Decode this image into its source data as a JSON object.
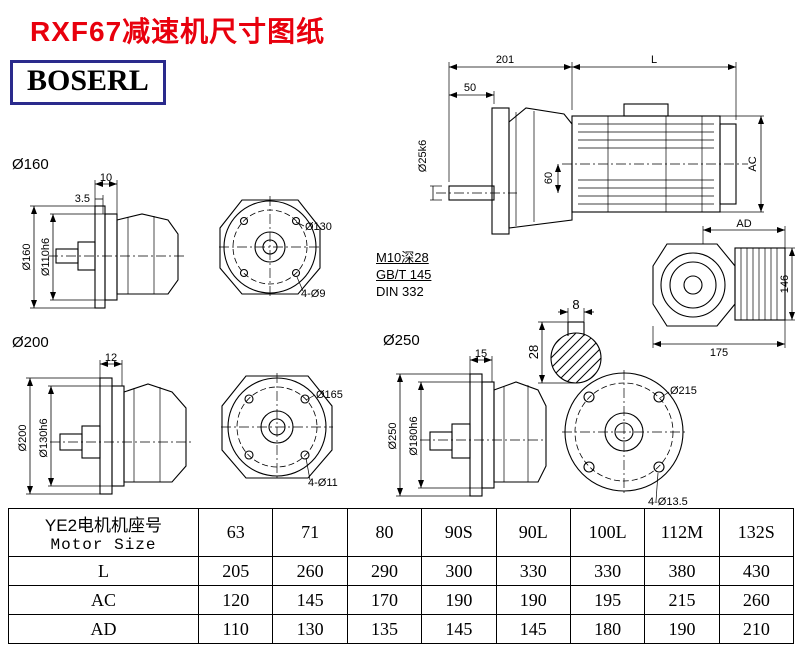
{
  "header": {
    "title": "RXF67减速机尺寸图纸",
    "logo_text": "BOSERL"
  },
  "assembly": {
    "dim_total": "201",
    "dim_motor": "L",
    "dim_shaft_len": "50",
    "dim_shaft_dia": "Ø25k6",
    "dim_offset": "60",
    "dim_ac": "AC"
  },
  "shaft_note": {
    "line1": "M10深28",
    "line2": "GB/T 145",
    "line3": "DIN 332"
  },
  "key_section": {
    "dim_width": "8",
    "dim_height": "28"
  },
  "motor_view": {
    "dim_ad": "AD",
    "dim_height": "146",
    "dim_width": "175"
  },
  "flange160": {
    "label": "Ø160",
    "dim_thickness": "10",
    "dim_step": "3.5",
    "dim_od": "Ø160",
    "dim_spigot": "Ø110h6",
    "bolt_circle": "Ø130",
    "holes": "4-Ø9"
  },
  "flange200": {
    "label": "Ø200",
    "dim_thickness": "12",
    "dim_od": "Ø200",
    "dim_spigot": "Ø130h6",
    "bolt_circle": "Ø165",
    "holes": "4-Ø11"
  },
  "flange250": {
    "label": "Ø250",
    "dim_thickness": "15",
    "dim_od": "Ø250",
    "dim_spigot": "Ø180h6",
    "bolt_circle": "Ø215",
    "holes": "4-Ø13.5"
  },
  "table": {
    "header_cn": "YE2电机机座号",
    "header_en": "Motor Size",
    "sizes": [
      "63",
      "71",
      "80",
      "90S",
      "90L",
      "100L",
      "112M",
      "132S"
    ],
    "rows": [
      {
        "label": "L",
        "values": [
          "205",
          "260",
          "290",
          "300",
          "330",
          "330",
          "380",
          "430"
        ]
      },
      {
        "label": "AC",
        "values": [
          "120",
          "145",
          "170",
          "190",
          "190",
          "195",
          "215",
          "260"
        ]
      },
      {
        "label": "AD",
        "values": [
          "110",
          "130",
          "135",
          "145",
          "145",
          "180",
          "190",
          "210"
        ]
      }
    ]
  },
  "colors": {
    "title_red": "#e8000d",
    "logo_border": "#2a2a8c",
    "line_black": "#000000"
  }
}
